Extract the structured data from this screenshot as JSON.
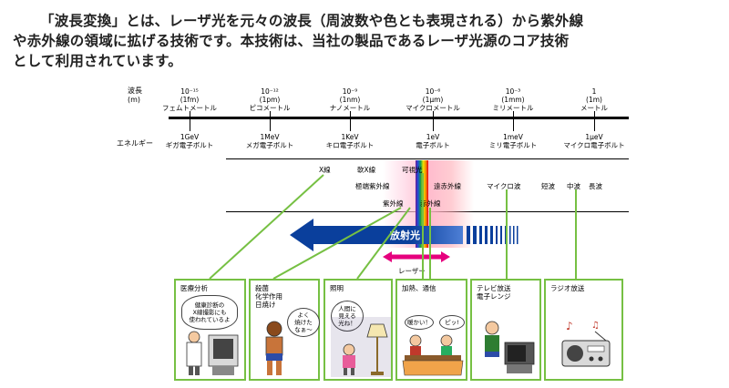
{
  "intro": {
    "line1": "「波長変換」とは、レーザ光を元々の波長（周波数や色とも表現される）から紫外線",
    "line2": "や赤外線の領域に拡げる技術です。本技術は、当社の製品であるレーザ光源のコア技術",
    "line3": "として利用されています。"
  },
  "wavelength_axis": {
    "label": "波長\n(m)",
    "ticks": [
      {
        "exp": "10⁻¹⁵",
        "unit": "(1fm)",
        "name": "フェムトメートル"
      },
      {
        "exp": "10⁻¹²",
        "unit": "(1pm)",
        "name": "ピコメートル"
      },
      {
        "exp": "10⁻⁹",
        "unit": "(1nm)",
        "name": "ナノメートル"
      },
      {
        "exp": "10⁻⁶",
        "unit": "(1μm)",
        "name": "マイクロメートル"
      },
      {
        "exp": "10⁻³",
        "unit": "(1mm)",
        "name": "ミリメートル"
      },
      {
        "exp": "1",
        "unit": "(1m)",
        "name": "メートル"
      }
    ]
  },
  "energy_axis": {
    "label": "エネルギー",
    "ticks": [
      {
        "value": "1GeV",
        "name": "ギガ電子ボルト"
      },
      {
        "value": "1MeV",
        "name": "メガ電子ボルト"
      },
      {
        "value": "1KeV",
        "name": "キロ電子ボルト"
      },
      {
        "value": "1eV",
        "name": "電子ボルト"
      },
      {
        "value": "1meV",
        "name": "ミリ電子ボルト"
      },
      {
        "value": "1μeV",
        "name": "マイクロ電子ボルト"
      }
    ]
  },
  "bands": {
    "xray": "X線",
    "soft_xray": "軟X線",
    "visible": "可視光",
    "extreme_uv": "極端紫外線",
    "far_ir": "遠赤外線",
    "microwave": "マイクロ波",
    "shortwave": "短波",
    "mediumwave": "中波",
    "longwave": "長波",
    "uv": "紫外線",
    "ir": "赤外線"
  },
  "radiation_label": "放射光",
  "laser_label": "レーザー",
  "applications": [
    {
      "title": "医療分析",
      "bubble": "健康診断の\nX線撮影にも\n使われているよ"
    },
    {
      "title": "殺菌\n化学作用\n日焼け",
      "bubble": "よく\n焼けた\nなぁ～"
    },
    {
      "title": "照明",
      "bubble": "人間に\n見える\n光ね！"
    },
    {
      "title": "加熱、通信",
      "bubble1": "暖かい！",
      "bubble2": "ピッ!"
    },
    {
      "title": "テレビ放送\n電子レンジ"
    },
    {
      "title": "ラジオ放送"
    }
  ],
  "colors": {
    "accent_green": "#76c043",
    "arrow_blue": "#0a3f9c",
    "laser_magenta": "#e6007e"
  }
}
